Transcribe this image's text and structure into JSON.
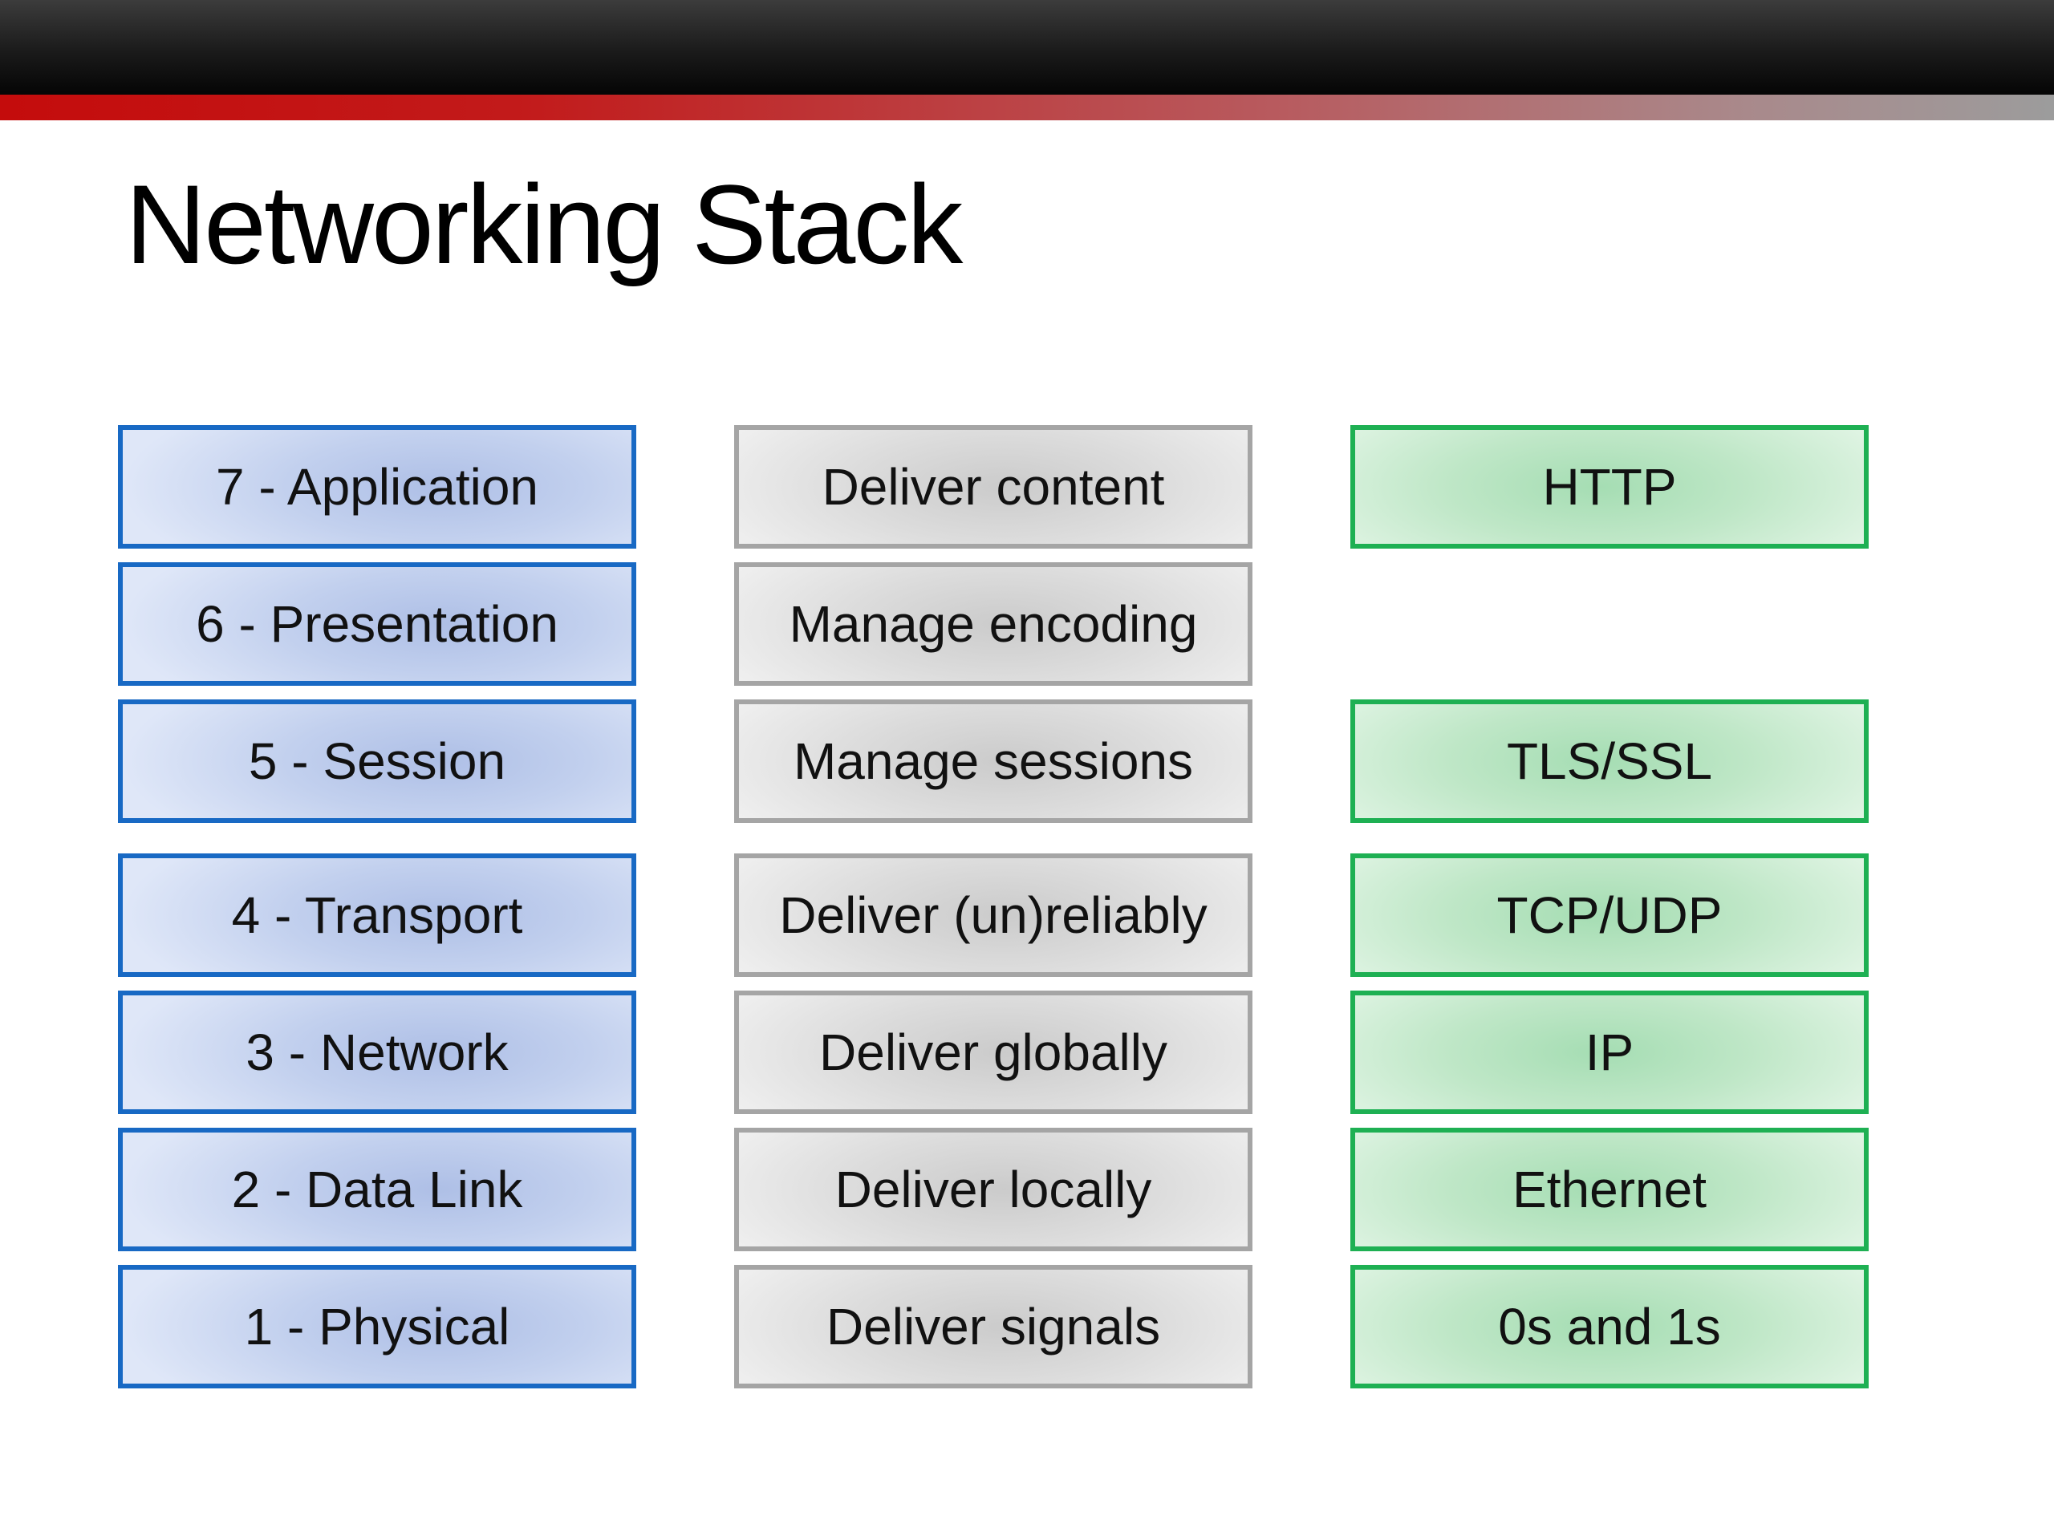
{
  "slide": {
    "title": "Networking Stack"
  },
  "layers": [
    {
      "layer": "7 - Application",
      "purpose": "Deliver content",
      "protocol": "HTTP"
    },
    {
      "layer": "6 - Presentation",
      "purpose": "Manage encoding",
      "protocol": null
    },
    {
      "layer": "5 - Session",
      "purpose": "Manage sessions",
      "protocol": "TLS/SSL"
    },
    {
      "layer": "4 - Transport",
      "purpose": "Deliver (un)reliably",
      "protocol": "TCP/UDP"
    },
    {
      "layer": "3 - Network",
      "purpose": "Deliver globally",
      "protocol": "IP"
    },
    {
      "layer": "2 - Data Link",
      "purpose": "Deliver locally",
      "protocol": "Ethernet"
    },
    {
      "layer": "1 - Physical",
      "purpose": "Deliver signals",
      "protocol": "0s and 1s"
    }
  ],
  "colors": {
    "layer_border": "#1869c4",
    "purpose_border": "#a5a5a5",
    "protocol_border": "#1eb053",
    "accent_red": "#c40c0c"
  }
}
